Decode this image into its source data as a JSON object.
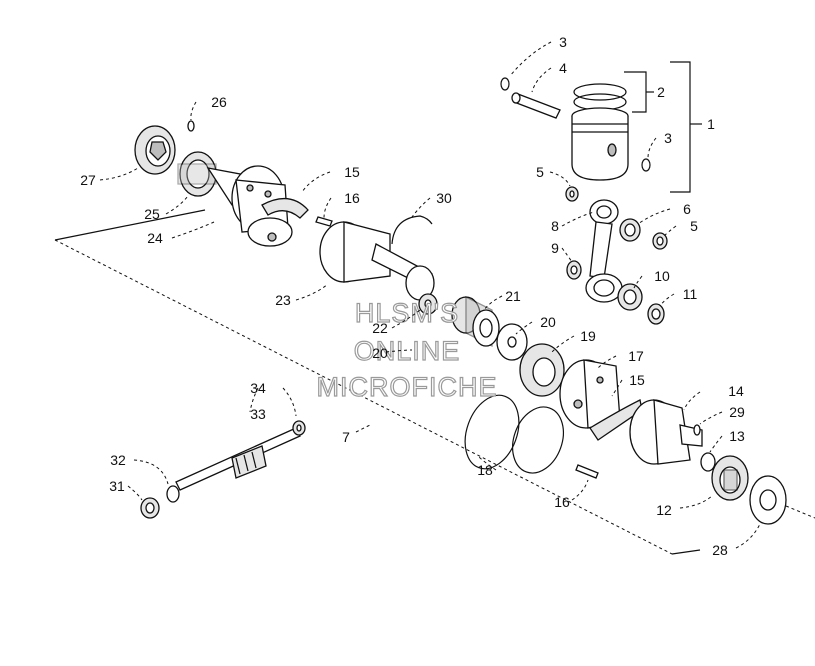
{
  "callouts": {
    "n1": "1",
    "n2": "2",
    "n3a": "3",
    "n3b": "3",
    "n4": "4",
    "n5a": "5",
    "n5b": "5",
    "n6": "6",
    "n7": "7",
    "n8": "8",
    "n9": "9",
    "n10": "10",
    "n11": "11",
    "n12": "12",
    "n13": "13",
    "n14": "14",
    "n15a": "15",
    "n15b": "15",
    "n16a": "16",
    "n16b": "16",
    "n17": "17",
    "n18": "18",
    "n19": "19",
    "n20a": "20",
    "n20b": "20",
    "n21": "21",
    "n22": "22",
    "n23": "23",
    "n24": "24",
    "n25": "25",
    "n26": "26",
    "n27": "27",
    "n28": "28",
    "n29": "29",
    "n30": "30",
    "n31": "31",
    "n32": "32",
    "n33": "33",
    "n34": "34"
  },
  "watermark": {
    "line1": "HLSM'S",
    "line2": "ONLINE",
    "line3": "MICROFICHE"
  }
}
